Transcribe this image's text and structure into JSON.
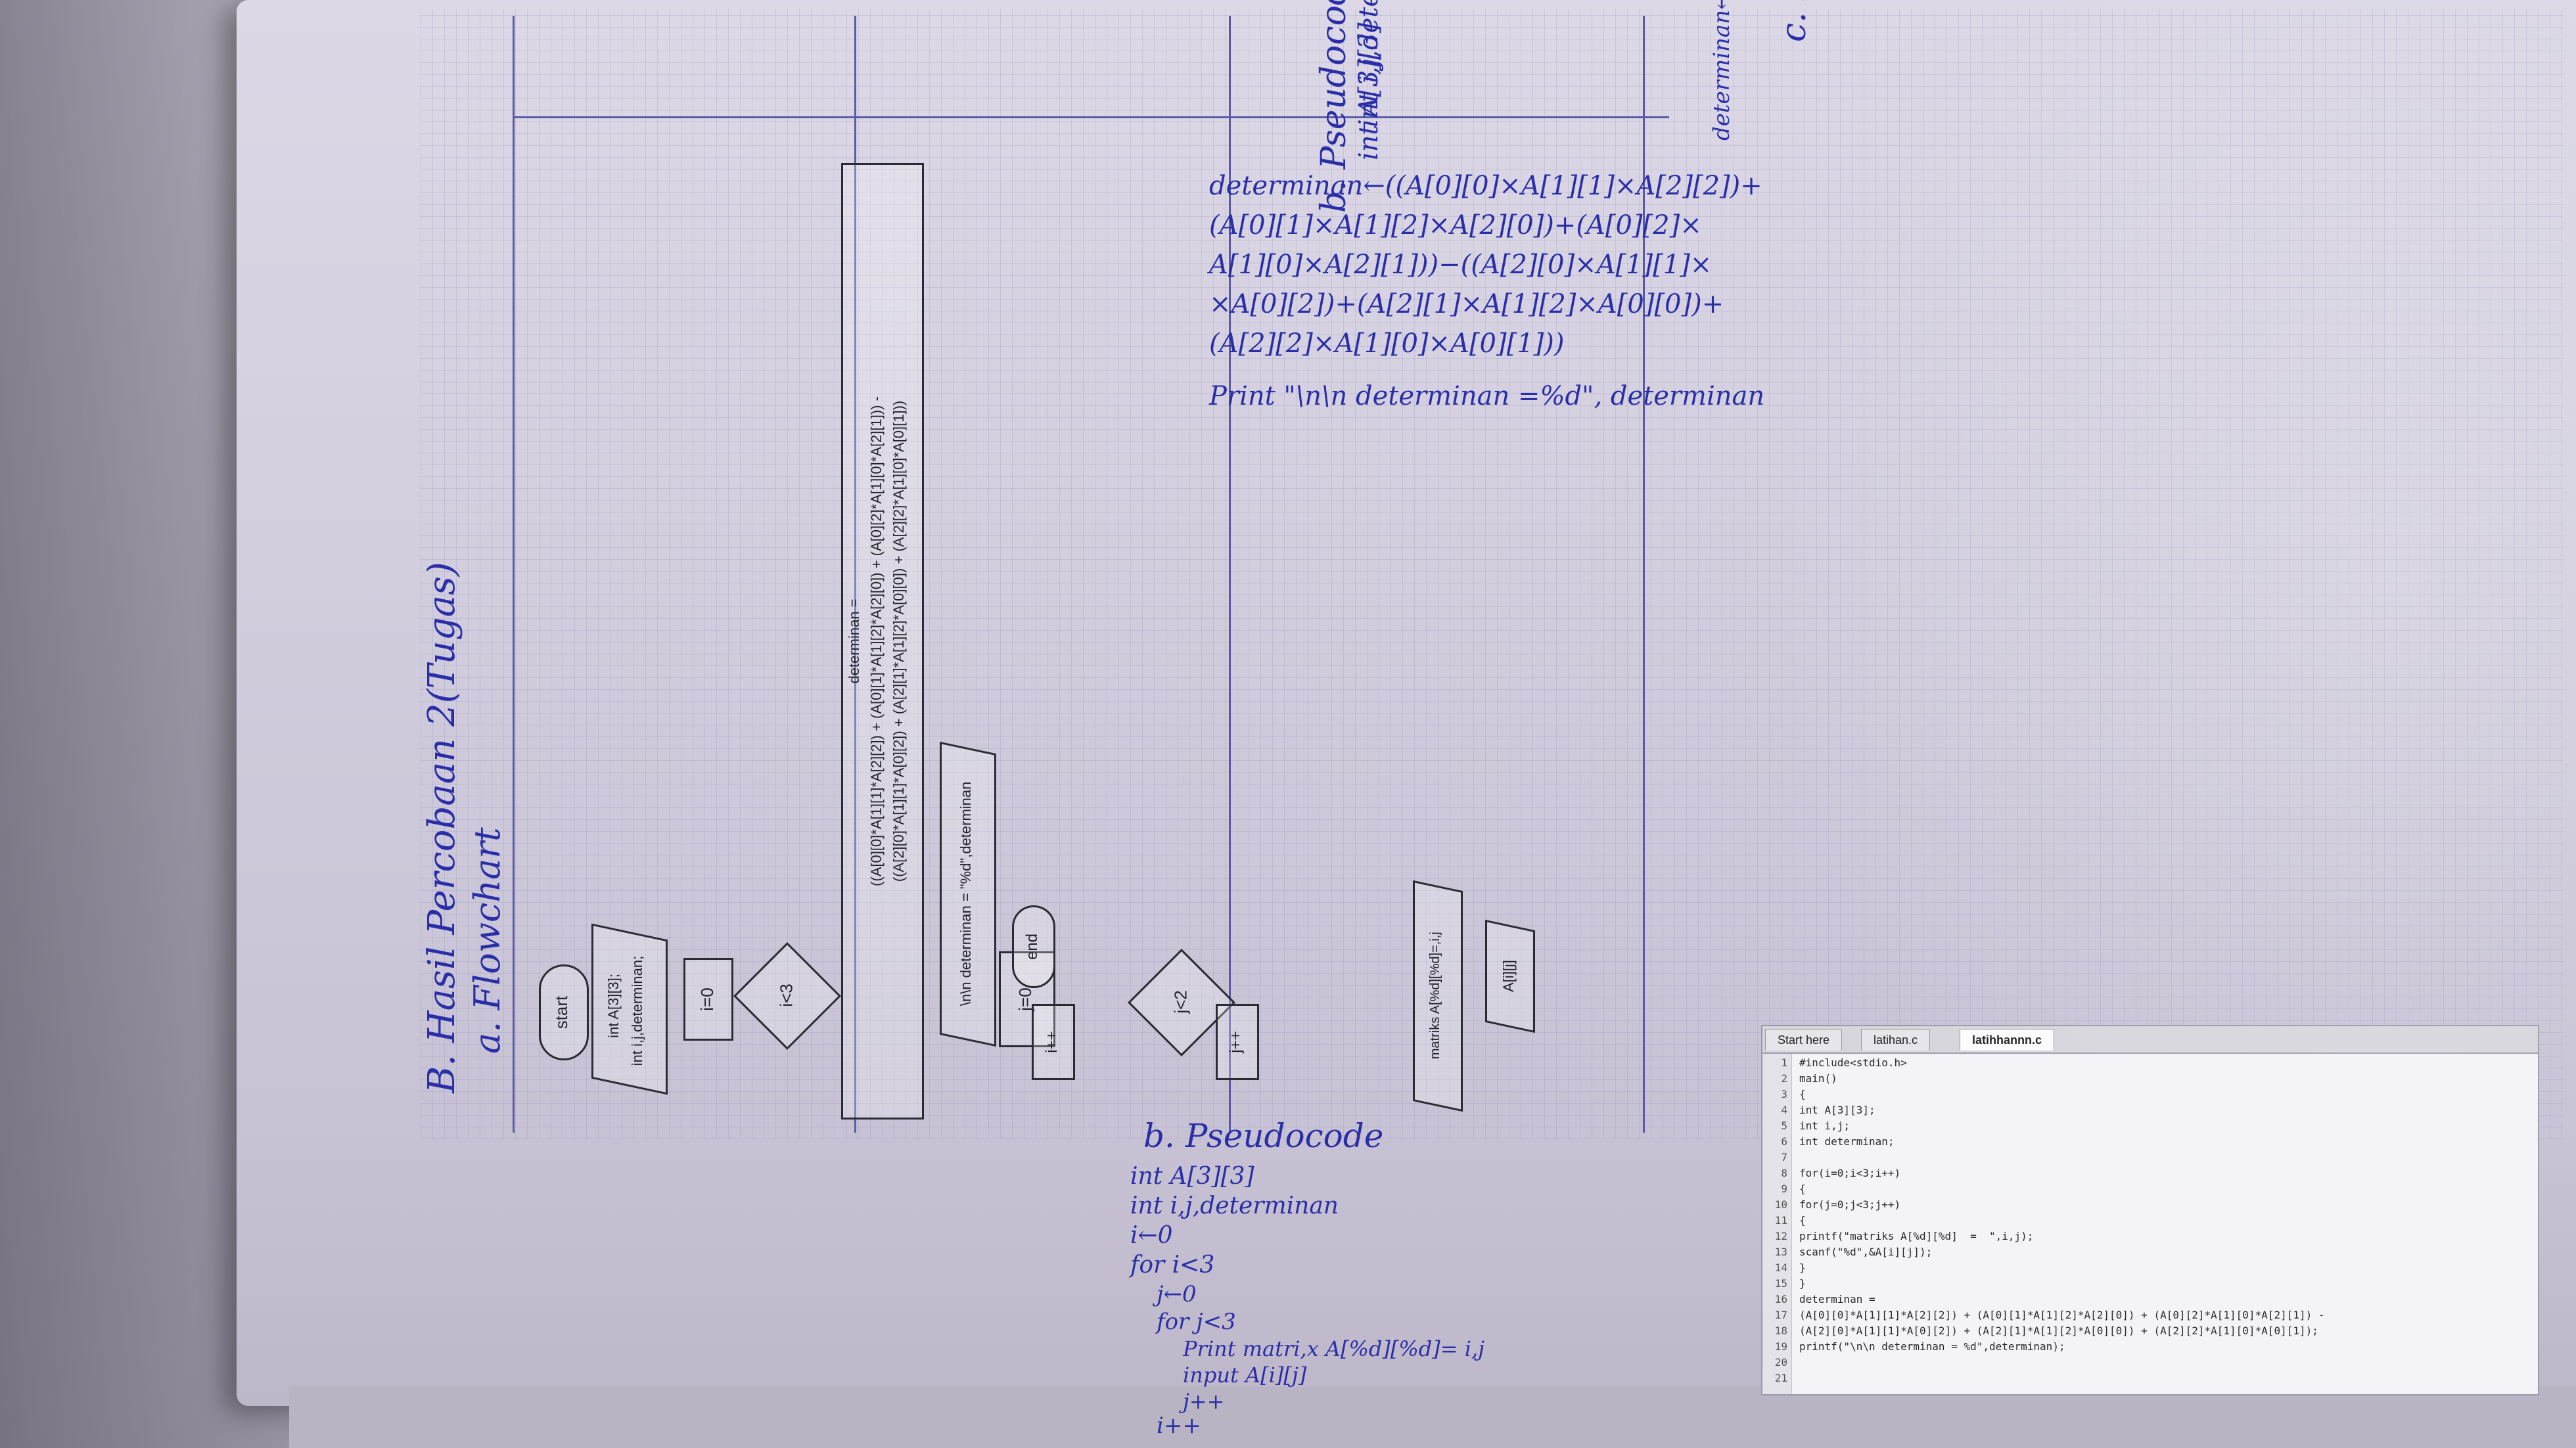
{
  "heading": {
    "title": "B. Hasil Percobaan 2(Tugas)",
    "sub_flowchart": "a. Flowchart",
    "sub_pseudocode": "b. Pseudocode",
    "sub_script": "c. Script"
  },
  "flowchart": {
    "start": "start",
    "decl_line1": "int A[3][3];",
    "decl_line2": "int i,j,determinan;",
    "init_i": "i=0",
    "cond_i": "i<3",
    "init_j": "j=0",
    "cond_j": "j<2",
    "inc_i": "i++",
    "inc_j": "j++",
    "print_matrix": "matriks A[%d][%d]=,i,j",
    "input_a": "A[i][j]",
    "det_label": "determinan =",
    "det_line1": "((A[0][0]*A[1][1]*A[2][2]) + (A[0][1]*A[1][2]*A[2][0]) + (A[0][2]*A[1][0]*A[2][1])) -",
    "det_line2": "((A[2][0]*A[1][1]*A[0][2]) + (A[2][1]*A[1][2]*A[0][0]) + (A[2][2]*A[1][0]*A[0][1]))",
    "print_det": "\\n\\n determinan = \"%d\",determinan",
    "end": "end"
  },
  "pseudocode": {
    "lines": [
      "int A[3][3]",
      "int i,j,determinan",
      "i←0",
      "for i<3",
      "j←0",
      "for j<3",
      "Print matri,x A[%d][%d]= i,j",
      "input A[i][j]",
      "j++",
      "i++"
    ],
    "det_lines": [
      "determinan←((A[0][0]×A[1][1]×A[2][2])+",
      "(A[0][1]×A[1][2]×A[2][0])+(A[0][2]×",
      "A[1][0]×A[2][1]))−((A[2][0]×A[1][1]×",
      "×A[0][2])+(A[2][1]×A[1][2]×A[0][0])+",
      "(A[2][2]×A[1][0]×A[0][1]))",
      "Print \"\\n\\n determinan =%d\", determinan"
    ]
  },
  "ide": {
    "tabs": [
      "Start here",
      "latihan.c",
      "latihhannn.c"
    ],
    "line_numbers": [
      "1",
      "2",
      "3",
      "4",
      "5",
      "6",
      "7",
      "8",
      "9",
      "10",
      "11",
      "12",
      "13",
      "14",
      "15",
      "16",
      "17",
      "18",
      "19",
      "20",
      "21"
    ],
    "code": [
      "#include<stdio.h>",
      "main()",
      "{",
      "int A[3][3];",
      "int i,j;",
      "int determinan;",
      "",
      "for(i=0;i<3;i++)",
      "{",
      "for(j=0;j<3;j++)",
      "{",
      "printf(\"matriks A[%d][%d]  =  \",i,j);",
      "scanf(\"%d\",&A[i][j]);",
      "}",
      "}",
      "determinan =",
      "(A[0][0]*A[1][1]*A[2][2]) + (A[0][1]*A[1][2]*A[2][0]) + (A[0][2]*A[1][0]*A[2][1]) -",
      "(A[2][0]*A[1][1]*A[0][2]) + (A[2][1]*A[1][2]*A[0][0]) + (A[2][2]*A[1][0]*A[0][1]);",
      "printf(\"\\n\\n determinan = %d\",determinan);",
      "",
      ""
    ]
  }
}
